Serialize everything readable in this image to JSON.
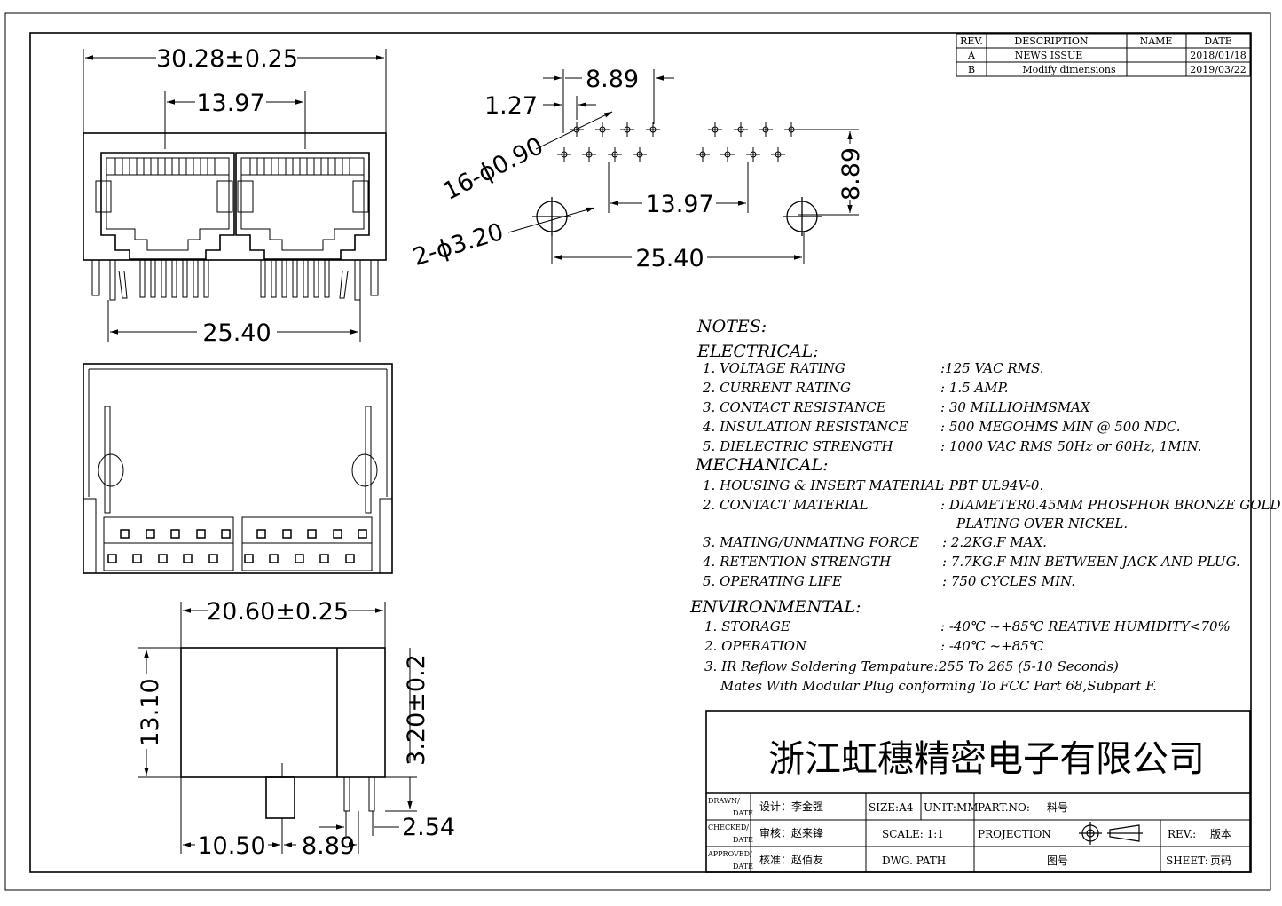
{
  "revision_table": {
    "headers": [
      "REV.",
      "DESCRIPTION",
      "NAME",
      "DATE"
    ],
    "rows": [
      {
        "rev": "A",
        "description": "NEWS ISSUE",
        "name": "",
        "date": "2018/01/18"
      },
      {
        "rev": "B",
        "description": "Modify dimensions",
        "name": "",
        "date": "2019/03/22"
      }
    ]
  },
  "dimensions": {
    "front_width": "30.28±0.25",
    "port_pitch": "13.97",
    "front_pin_span": "25.40",
    "pin_pitch_x": "8.89",
    "pin_offset": "1.27",
    "pin_holes": "16-ϕ0.90",
    "mount_holes": "2-ϕ3.20",
    "pin_row_pitch": "13.97",
    "mount_hole_span": "25.40",
    "pin_row_height": "8.89",
    "side_depth": "20.60±0.25",
    "side_height": "13.10",
    "pin_length": "3.20±0.2",
    "pin_spacing": "2.54",
    "post_offset": "10.50",
    "post_to_pin": "8.89"
  },
  "notes": {
    "title": "NOTES:",
    "electrical": {
      "heading": "ELECTRICAL:",
      "items": [
        {
          "label": "1.  VOLTAGE RATING",
          "value": ":125 VAC RMS."
        },
        {
          "label": "2.  CURRENT RATING",
          "value": ":  1.5 AMP."
        },
        {
          "label": "3. CONTACT  RESISTANCE",
          "value": ":  30 MILLIOHMSMAX"
        },
        {
          "label": "4.  INSULATION RESISTANCE",
          "value": ":  500 MEGOHMS MIN @ 500  NDC."
        },
        {
          "label": "5. DIELECTRIC STRENGTH",
          "value": ":  1000 VAC RMS 50Hz  or 60Hz,  1MIN."
        }
      ]
    },
    "mechanical": {
      "heading": "MECHANICAL:",
      "items": [
        {
          "label": "1.  HOUSING & INSERT MATERIAL",
          "value": ":  PBT UL94V-0."
        },
        {
          "label": "2.  CONTACT MATERIAL",
          "value": ":  DIAMETER0.45MM PHOSPHOR BRONZE GOLD"
        },
        {
          "label": "",
          "value": "PLATING OVER NICKEL."
        },
        {
          "label": "3.  MATING/UNMATING FORCE",
          "value": ":  2.2KG.F MAX."
        },
        {
          "label": "4.  RETENTION STRENGTH",
          "value": ":  7.7KG.F MIN BETWEEN JACK AND PLUG."
        },
        {
          "label": "5.  OPERATING LIFE",
          "value": ":   750 CYCLES MIN."
        }
      ]
    },
    "environmental": {
      "heading": "ENVIRONMENTAL:",
      "items": [
        {
          "label": "1. STORAGE",
          "value": ":  -40℃  ~+85℃  REATIVE HUMIDITY<70%"
        },
        {
          "label": "2. OPERATION",
          "value": ":  -40℃  ~+85℃"
        }
      ],
      "line3": "3. IR Reflow Soldering Tempature:255 To 265 (5-10 Seconds)",
      "line4": "Mates With Modular Plug conforming To FCC Part 68,Subpart F."
    }
  },
  "title_block": {
    "company": "浙江虹穗精密电子有限公司",
    "drawn_label": "DRAWN/",
    "drawn_label2": "DATE",
    "checked_label": "CHECKED/",
    "checked_label2": "DATE",
    "approved_label": "APPROVED/",
    "approved_label2": "DATE",
    "designer": "设计：李金强",
    "reviewer": "审核：赵来锋",
    "approver": "核准：赵佰友",
    "size": "SIZE:A4",
    "unit": "UNIT:MM.",
    "scale": "SCALE: 1:1",
    "dwg": "DWG.   PATH",
    "part_no_label": "PART.NO:",
    "part_no_value": "料号",
    "projection": "PROJECTION",
    "drawing_no": "图号",
    "rev_label": "REV.:",
    "rev_value": "版本",
    "sheet_label": "SHEET:",
    "sheet_value": "页码"
  }
}
